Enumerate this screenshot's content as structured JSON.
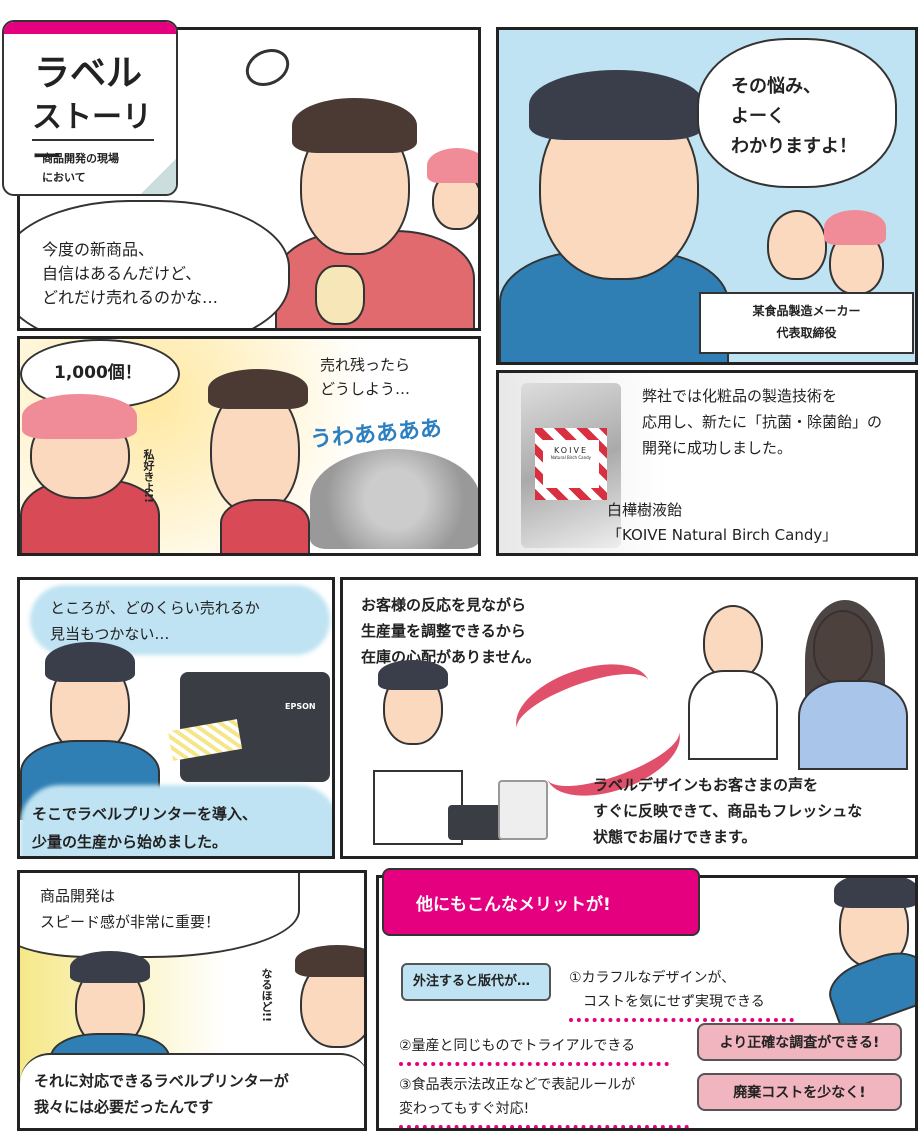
{
  "title_card": {
    "title_line1": "ラベル",
    "title_line2": "ストーリー",
    "subtitle": "商品開発の現場\nにおいて"
  },
  "panel1": {
    "speech": "今度の新商品、\n自信はあるんだけど、\nどれだけ売れるのかな…"
  },
  "panel2": {
    "speech": "その悩み、\nよーく\nわかりますよ！",
    "caption": "某食品製造メーカー\n代表取締役"
  },
  "panel3": {
    "shout": "1,000個！",
    "sfx_love": "私好きよ!!",
    "worry": "売れ残ったら\nどうしよう…",
    "sfx_scream": "うわああああ"
  },
  "panel4": {
    "narration": "弊社では化粧品の製造技術を\n応用し、新たに「抗菌・除菌飴」の\n開発に成功しました。",
    "product_name": "白樺樹液飴\n「KOIVE Natural Birch Candy」",
    "package_brand": "KOIVE",
    "package_sub": "Natural Birch Candy"
  },
  "panel5": {
    "top": "ところが、どのくらい売れるか\n見当もつかない…",
    "bottom": "そこでラベルプリンターを導入、\n少量の生産から始めました。",
    "printer_brand": "EPSON"
  },
  "panel6": {
    "top": "お客様の反応を見ながら\n生産量を調整できるから\n在庫の心配がありません。",
    "bottom": "ラベルデザインもお客さまの声を\nすぐに反映できて、商品もフレッシュな\n状態でお届けできます。"
  },
  "panel7": {
    "speech": "商品開発は\nスピード感が非常に重要！",
    "sfx": "なるほど!!",
    "bottom": "それに対応できるラベルプリンターが\n我々には必要だったんです"
  },
  "panel8": {
    "header": "他にもこんなメリットが!",
    "aside": "外注すると版代が…",
    "merits": [
      {
        "text": "①カラフルなデザインが、\n　コストを気にせず実現できる"
      },
      {
        "text": "②量産と同じものでトライアルできる",
        "callout": "より正確な調査ができる!"
      },
      {
        "text": "③食品表示法改正などで表記ルールが\n変わってもすぐ対応!",
        "callout": "廃棄コストを少なく!"
      }
    ]
  },
  "colors": {
    "accent": "#e5007f",
    "sky": "#bfe3f2",
    "callout": "#f1b5bf"
  }
}
